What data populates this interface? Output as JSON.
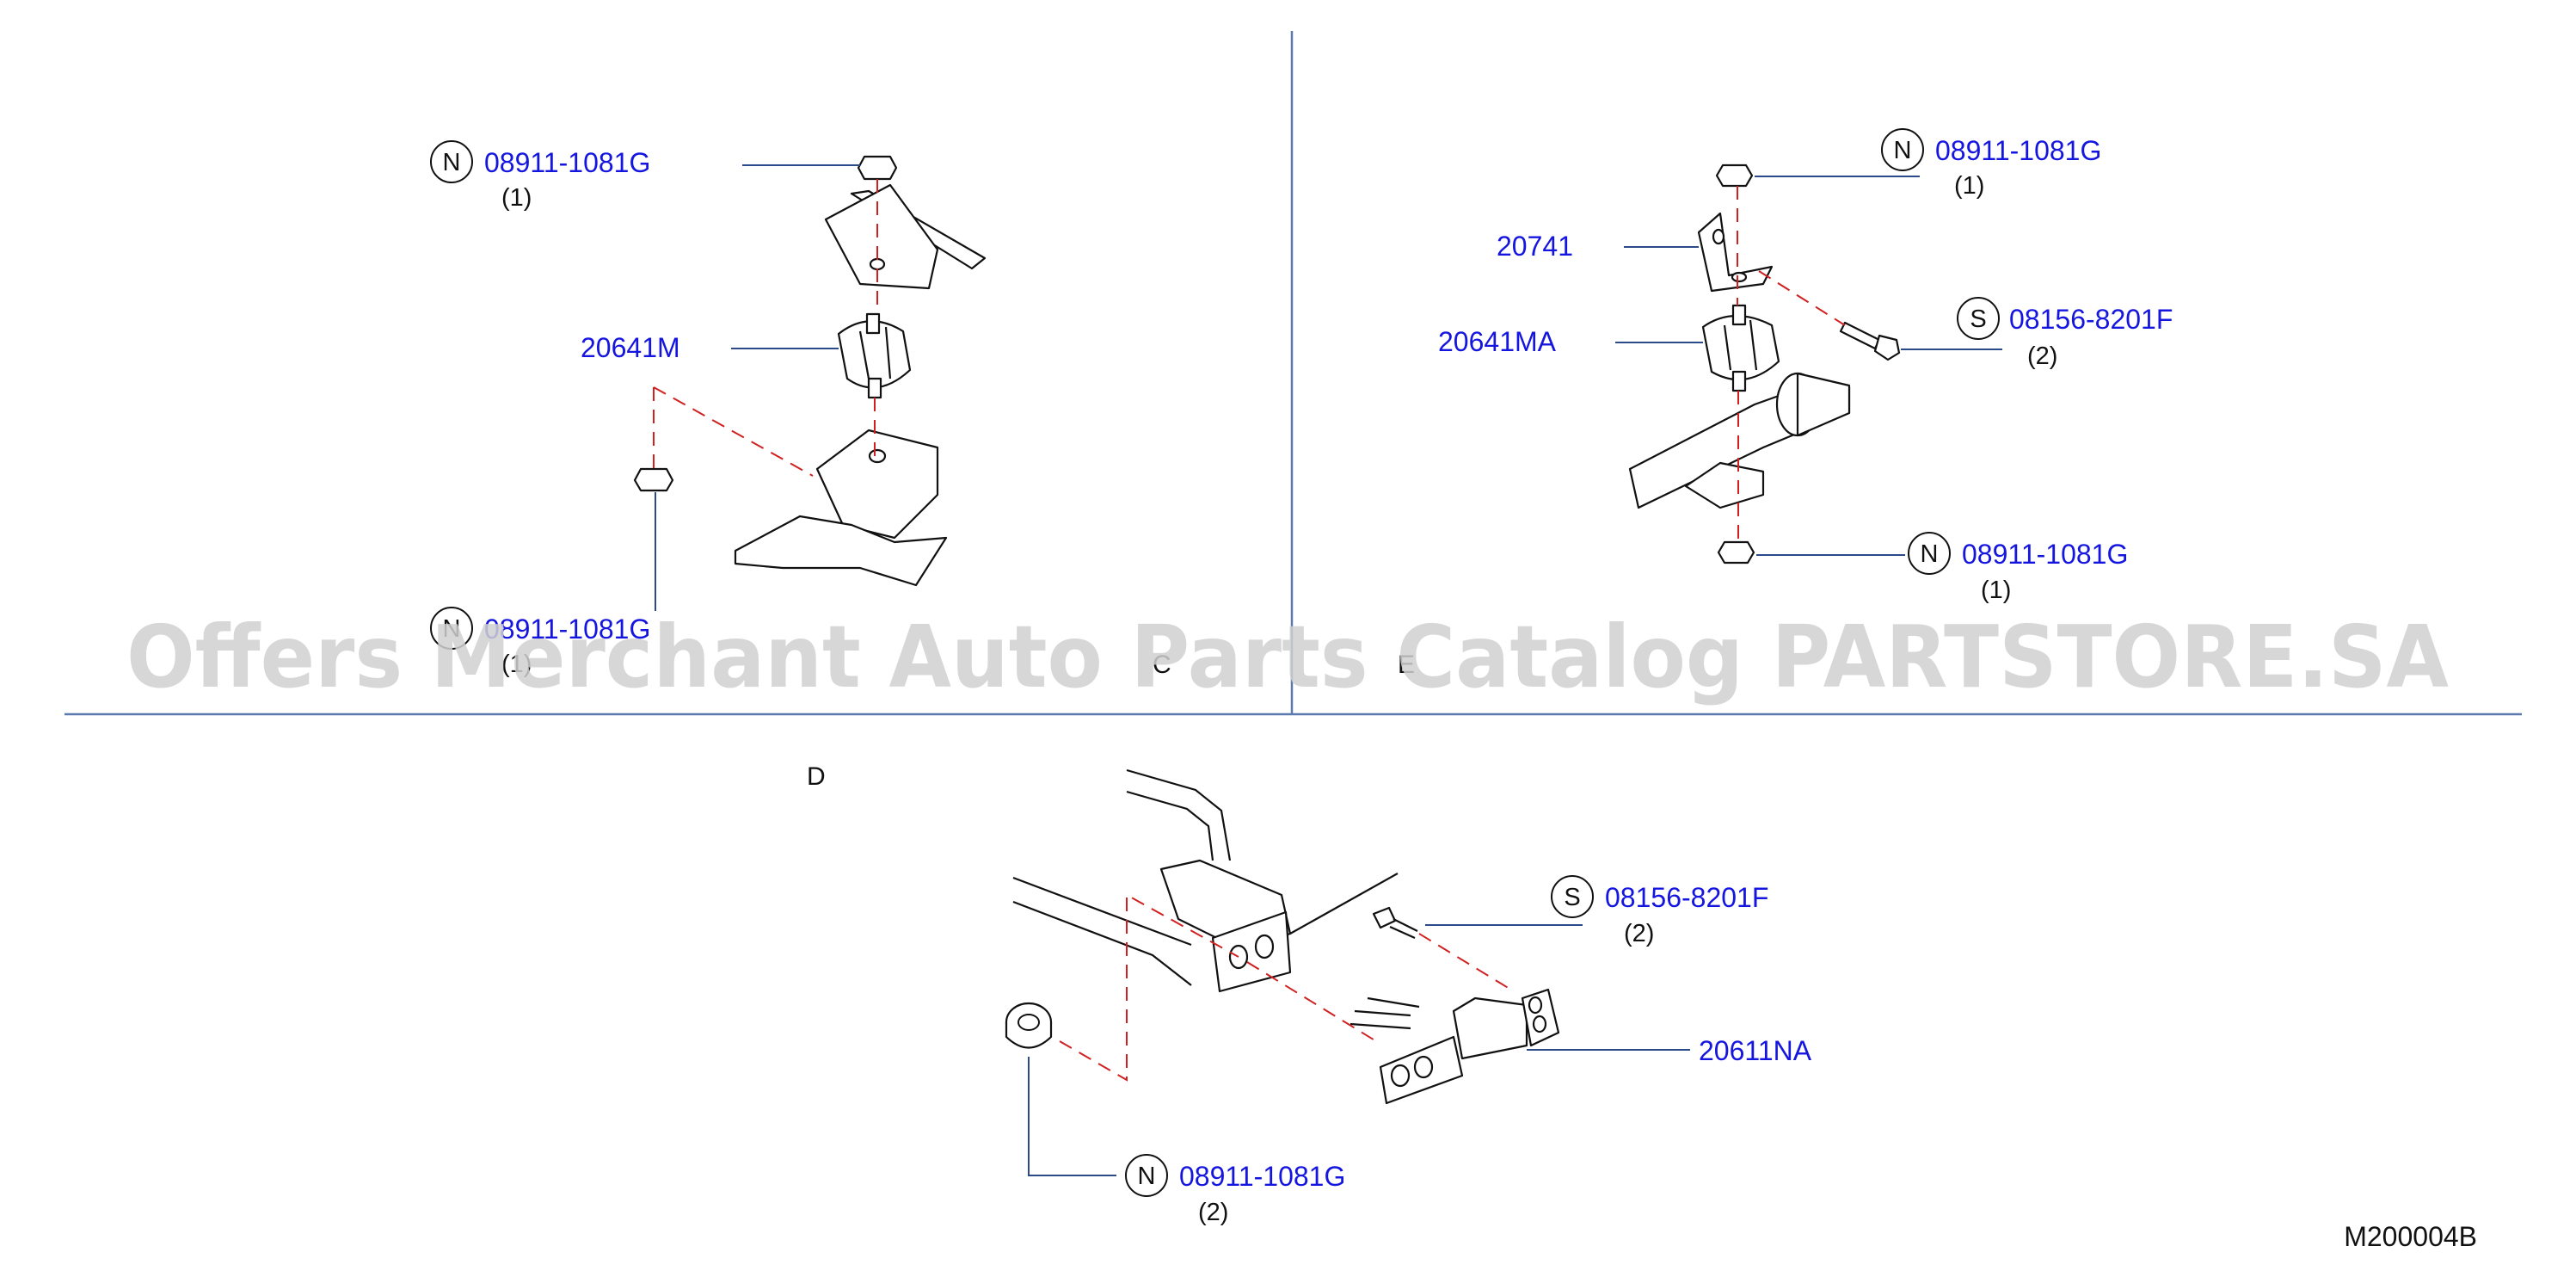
{
  "colors": {
    "part_number": "#1515e0",
    "leader": "#2a4a8a",
    "dashed": "#d02020",
    "divider": "#5a7ab0",
    "watermark": "#d0d0d0"
  },
  "watermark": "Offers Merchant Auto Parts Catalog PARTSTORE.SA",
  "reference_code": "M200004B",
  "sections": {
    "d": "D",
    "e": "E",
    "c": "C"
  },
  "callouts": [
    {
      "badge": "N",
      "number": "08911-1081G",
      "qty": "(1)"
    },
    {
      "number": "20641M"
    },
    {
      "badge": "N",
      "number": "08911-1081G",
      "qty": "(1)"
    },
    {
      "badge": "N",
      "number": "08911-1081G",
      "qty": "(1)"
    },
    {
      "number": "20741"
    },
    {
      "number": "20641MA"
    },
    {
      "badge": "S",
      "number": "08156-8201F",
      "qty": "(2)"
    },
    {
      "badge": "N",
      "number": "08911-1081G",
      "qty": "(1)"
    },
    {
      "badge": "S",
      "number": "08156-8201F",
      "qty": "(2)"
    },
    {
      "number": "20611NA"
    },
    {
      "badge": "N",
      "number": "08911-1081G",
      "qty": "(2)"
    }
  ]
}
